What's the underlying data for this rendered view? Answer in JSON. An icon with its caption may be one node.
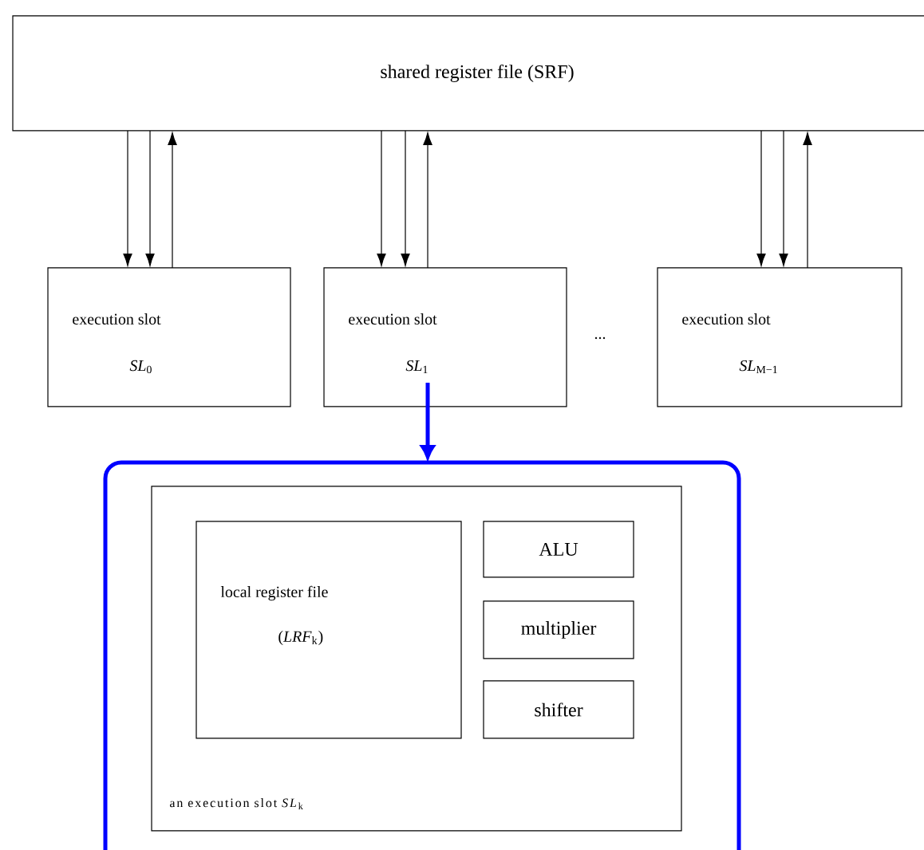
{
  "diagram": {
    "nodes": [
      {
        "text": [
          "shared register file (SRF)"
        ]
      },
      {
        "text": [
          "execution slot",
          "*SL*$_{0}$"
        ]
      },
      {
        "text": [
          "execution slot",
          "*SL*$_{1}$"
        ]
      },
      {
        "text": [
          "execution slot",
          "*SL*$_{M−1}$"
        ]
      },
      {
        "text": [],
        "shape": "box"
      },
      {
        "text": [
          "an execution slot *SL*$_{k}$"
        ],
        "in": 4
      },
      {
        "text": [
          "local register file",
          "(*LRF*$_{k}$)"
        ],
        "in": 5
      },
      {
        "text": [
          "ALU"
        ],
        "in": 5
      },
      {
        "text": [
          "multiplier"
        ],
        "in": 5
      },
      {
        "text": [
          "shifter"
        ],
        "in": 5
      }
    ],
    "edges": [
      {
        "from": 0,
        "to": 1,
        "arrow": "to"
      },
      {
        "from": 0,
        "to": 1,
        "arrow": "to"
      },
      {
        "from": 1,
        "to": 0,
        "arrow": "to"
      },
      {
        "from": 0,
        "to": 2,
        "arrow": "to"
      },
      {
        "from": 0,
        "to": 2,
        "arrow": "to"
      },
      {
        "from": 2,
        "to": 0,
        "arrow": "to"
      },
      {
        "from": 0,
        "to": 3,
        "arrow": "to"
      },
      {
        "from": 0,
        "to": 3,
        "arrow": "to"
      },
      {
        "from": 3,
        "to": 0,
        "arrow": "to"
      },
      {
        "from": 2,
        "to": 4,
        "arrow": "to",
        "style": "thick",
        "color": "#0000ff"
      }
    ],
    "labels": [
      "..."
    ]
  }
}
